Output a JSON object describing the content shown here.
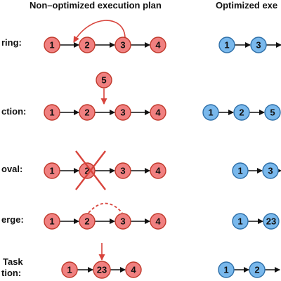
{
  "headers": {
    "left": "Non–optimized execution plan",
    "right": "Optimized exe"
  },
  "rows": [
    {
      "label": "ring:"
    },
    {
      "label": "ction:"
    },
    {
      "label": "oval:"
    },
    {
      "label": "erge:"
    },
    {
      "label_line1": "Task",
      "label_line2": "tion:"
    }
  ],
  "nodes": {
    "reorder_left": [
      "1",
      "2",
      "3",
      "4"
    ],
    "reorder_right": [
      "1",
      "3"
    ],
    "inject_left": [
      "1",
      "2",
      "3",
      "4"
    ],
    "inject_top": "5",
    "inject_right": [
      "1",
      "2",
      "5"
    ],
    "remove_left": [
      "1",
      "2",
      "3",
      "4"
    ],
    "remove_right": [
      "1",
      "3"
    ],
    "merge_left": [
      "1",
      "2",
      "3",
      "4"
    ],
    "merge_right": [
      "1",
      "23"
    ],
    "task_left": [
      "1",
      "23",
      "4"
    ],
    "task_right": [
      "1",
      "2"
    ]
  },
  "colors": {
    "red_fill": "#f08080",
    "red_stroke": "#c0392b",
    "blue_fill": "#79b8ec",
    "blue_stroke": "#2e6fa8",
    "arrow": "#111111",
    "accent_red": "#d8443c"
  }
}
